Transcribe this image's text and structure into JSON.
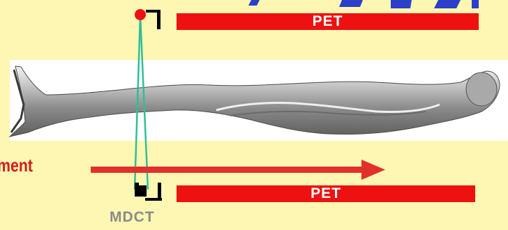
{
  "colors": {
    "background": "#fdf7b3",
    "pet_bar": "#ee1111",
    "arrow": "#e0302c",
    "beam": "#2fbf98",
    "title_fragment": "#2b3fc8"
  },
  "labels": {
    "pet_top": "PET",
    "pet_bottom": "PET",
    "movement": "ment",
    "mdct": "MDCT"
  },
  "icons": [
    "red-dot-icon",
    "black-square-icon",
    "patient-body-image",
    "movement-arrow-icon"
  ]
}
